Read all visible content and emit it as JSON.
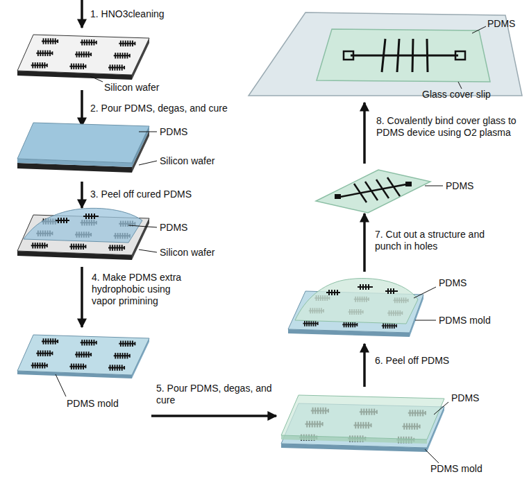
{
  "diagram": {
    "labels": [
      "1. HNO3cleaning",
      "Silicon wafer",
      "2. Pour PDMS, degas, and cure",
      "PDMS",
      "Silicon wafer",
      "3. Peel off cured PDMS",
      "PDMS",
      "Silicon wafer",
      "4. Make PDMS extra hydrophobic using vapor primining",
      "PDMS mold",
      "5. Pour PDMS, degas, and cure",
      "PDMS",
      "PDMS mold",
      "6. Peel off PDMS",
      "PDMS",
      "PDMS mold",
      "7. Cut out a structure and punch in holes",
      "PDMS",
      "8. Covalently bind cover glass to PDMS device using O2 plasma",
      "PDMS",
      "Glass cover slip"
    ]
  }
}
